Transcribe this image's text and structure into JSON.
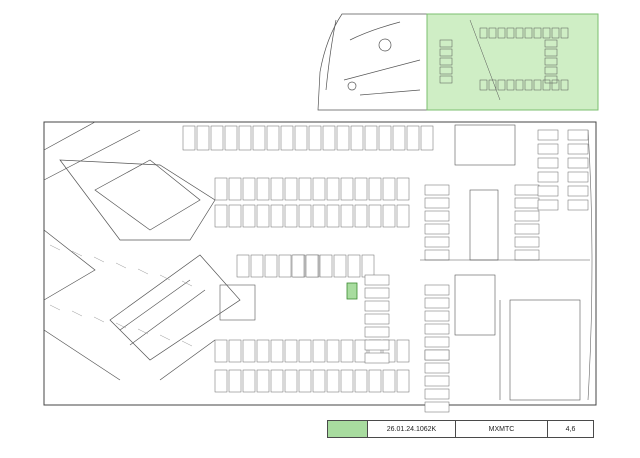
{
  "colors": {
    "highlight": "#a8dc9f",
    "highlight_fill": "#cfeec5",
    "line": "#555555",
    "page": "#ffffff"
  },
  "info_strip": {
    "code": "26.01.24.1062K",
    "zone": "МХМТС",
    "area": "4,6"
  }
}
